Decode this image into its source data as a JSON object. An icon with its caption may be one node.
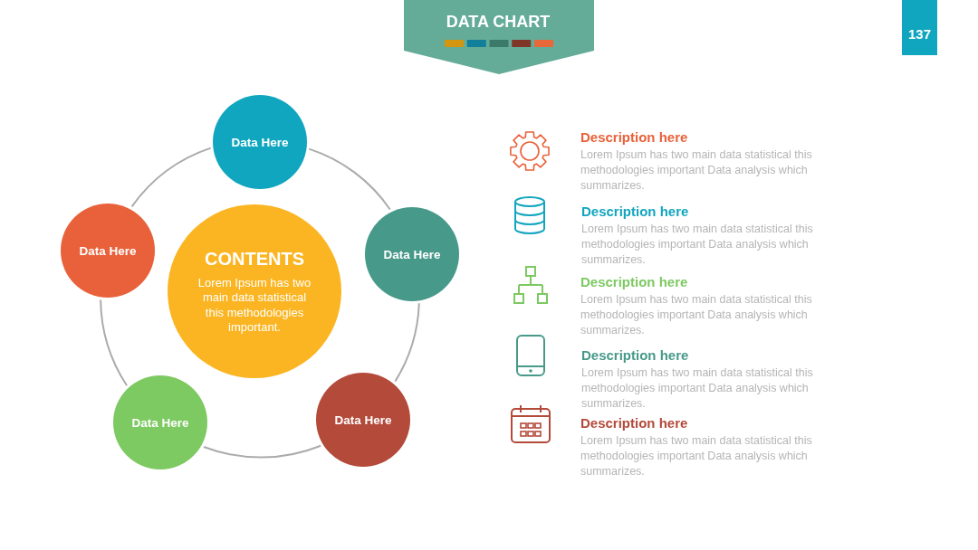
{
  "diagram": {
    "title": "DATA CHART",
    "nodes": [
      {
        "text": [
          "Data Here"
        ]
      },
      {
        "text": [
          "Data Here"
        ]
      },
      {
        "text": [
          "Data Here"
        ]
      },
      {
        "text": [
          "Data Here"
        ]
      },
      {
        "text": [
          "Data Here"
        ]
      },
      {
        "text": [
          "CONTENTS",
          "Lorem Ipsum has two main data statistical this methodologies important."
        ]
      }
    ],
    "edges": [
      {
        "from": 0,
        "to": 1,
        "arrow": "none"
      },
      {
        "from": 1,
        "to": 2,
        "arrow": "none"
      },
      {
        "from": 2,
        "to": 3,
        "arrow": "none"
      },
      {
        "from": 3,
        "to": 4,
        "arrow": "none"
      },
      {
        "from": 4,
        "to": 0,
        "arrow": "none"
      }
    ],
    "labels": [
      "137",
      "Description here",
      "Lorem Ipsum has two main data statistical this methodologies important Data analysis which summarizes.",
      "Description here",
      "Lorem Ipsum has two main data statistical this methodologies important Data analysis which summarizes.",
      "Description here",
      "Lorem Ipsum has two main data statistical this methodologies important Data analysis which summarizes.",
      "Description here",
      "Lorem Ipsum has two main data statistical this methodologies important Data analysis which summarizes.",
      "Description here",
      "Lorem Ipsum has two main data statistical this methodologies important Data analysis which summarizes."
    ]
  }
}
